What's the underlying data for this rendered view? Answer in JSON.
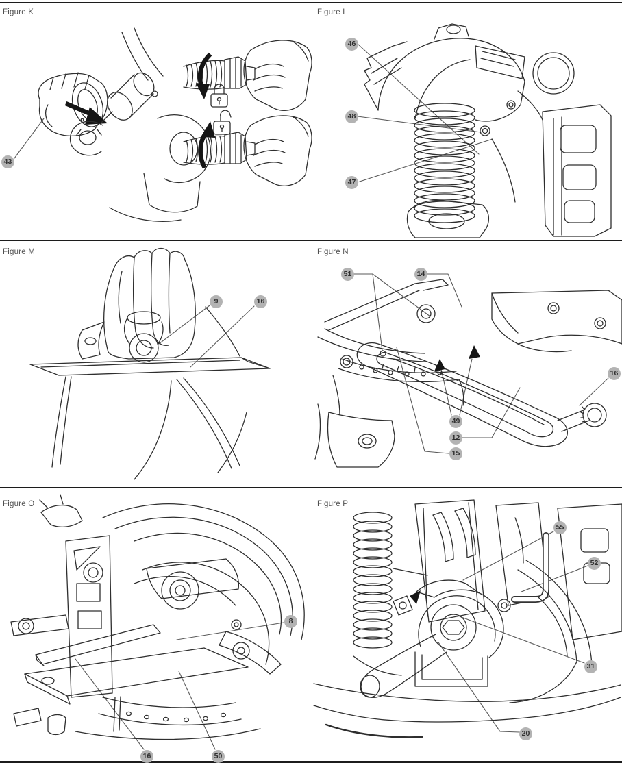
{
  "colors": {
    "background": "#ffffff",
    "border": "#1c1c1c",
    "line_art": "#2e2e2e",
    "leader": "#5a5a5a",
    "badge_bg": "#b3b3b3",
    "badge_text": "#2f2f2f",
    "figure_label": "#4f4f4f"
  },
  "figures": {
    "K": {
      "label": "Figure K",
      "callouts": {
        "c43": "43"
      },
      "icons": {
        "attach_arrow": "attach-arrow-icon",
        "rotate_lock_arrow": "rotate-lock-arrow-icon",
        "lock_closed": "lock-closed-icon",
        "rotate_unlock_arrow": "rotate-unlock-arrow-icon",
        "lock_open": "lock-open-icon"
      }
    },
    "L": {
      "label": "Figure L",
      "callouts": {
        "c46": "46",
        "c48": "48",
        "c47": "47"
      }
    },
    "M": {
      "label": "Figure M",
      "callouts": {
        "c9": "9",
        "c16": "16"
      }
    },
    "N": {
      "label": "Figure N",
      "callouts": {
        "c51": "51",
        "c14": "14",
        "c16": "16",
        "c49": "49",
        "c12": "12",
        "c15": "15"
      }
    },
    "O": {
      "label": "Figure O",
      "callouts": {
        "c8": "8",
        "c16": "16",
        "c50": "50"
      }
    },
    "P": {
      "label": "Figure P",
      "callouts": {
        "c55": "55",
        "c52": "52",
        "c31": "31",
        "c20": "20"
      }
    }
  }
}
